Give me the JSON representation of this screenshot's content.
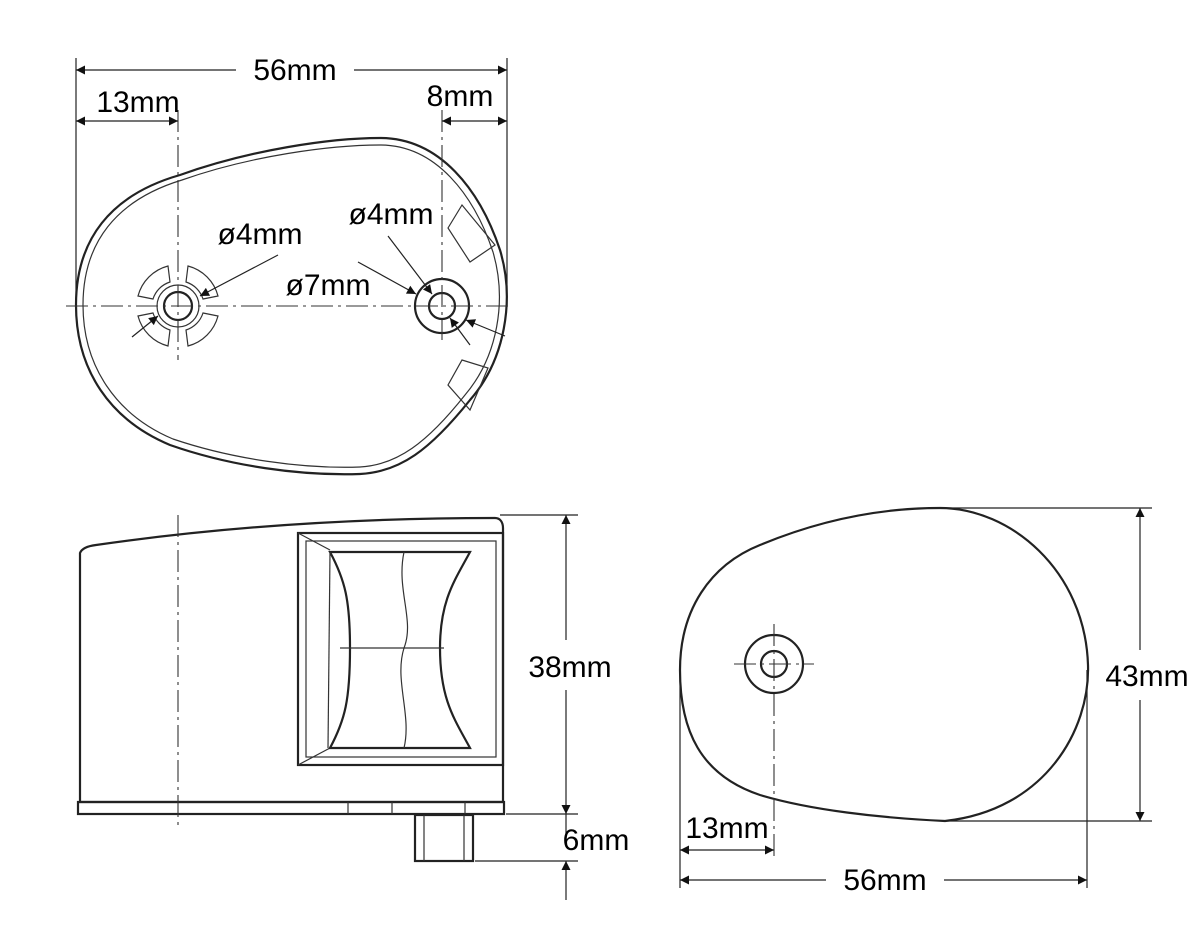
{
  "dimensions": {
    "top_view": {
      "overall_width": "56mm",
      "left_hole_offset": "13mm",
      "right_hole_offset": "8mm",
      "left_hole_diameter": "ø4mm",
      "right_hole_diameter": "ø4mm",
      "right_boss_diameter": "ø7mm"
    },
    "side_view": {
      "height": "38mm",
      "peg_height": "6mm"
    },
    "bottom_view": {
      "height": "43mm",
      "hole_offset": "13mm",
      "overall_width": "56mm"
    }
  }
}
